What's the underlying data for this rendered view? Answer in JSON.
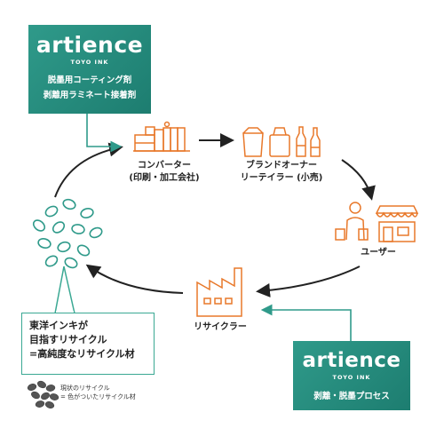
{
  "top_box": {
    "logo": "artience",
    "subtitle": "TOYO INK",
    "line1": "脱墨用コーティング剤",
    "line2": "剥離用ラミネート接着剤"
  },
  "bottom_box": {
    "logo": "artience",
    "subtitle": "TOYO INK",
    "line1": "剥離・脱墨プロセス"
  },
  "nodes": {
    "converter_line1": "コンバーター",
    "converter_line2": "(印刷・加工会社)",
    "brand_line1": "ブランドオーナー",
    "brand_line2": "リーテイラー (小売)",
    "user": "ユーザー",
    "recycler": "リサイクラー"
  },
  "goal": {
    "line1": "東洋インキが",
    "line2": "目指すリサイクル",
    "line3": "=高純度なリサイクル材"
  },
  "legend": {
    "line1": "現状のリサイクル",
    "line2": "= 色がついたリサイクル材"
  },
  "colors": {
    "teal": "#2f9a8a",
    "orange": "#e8782a",
    "dark": "#222222"
  }
}
